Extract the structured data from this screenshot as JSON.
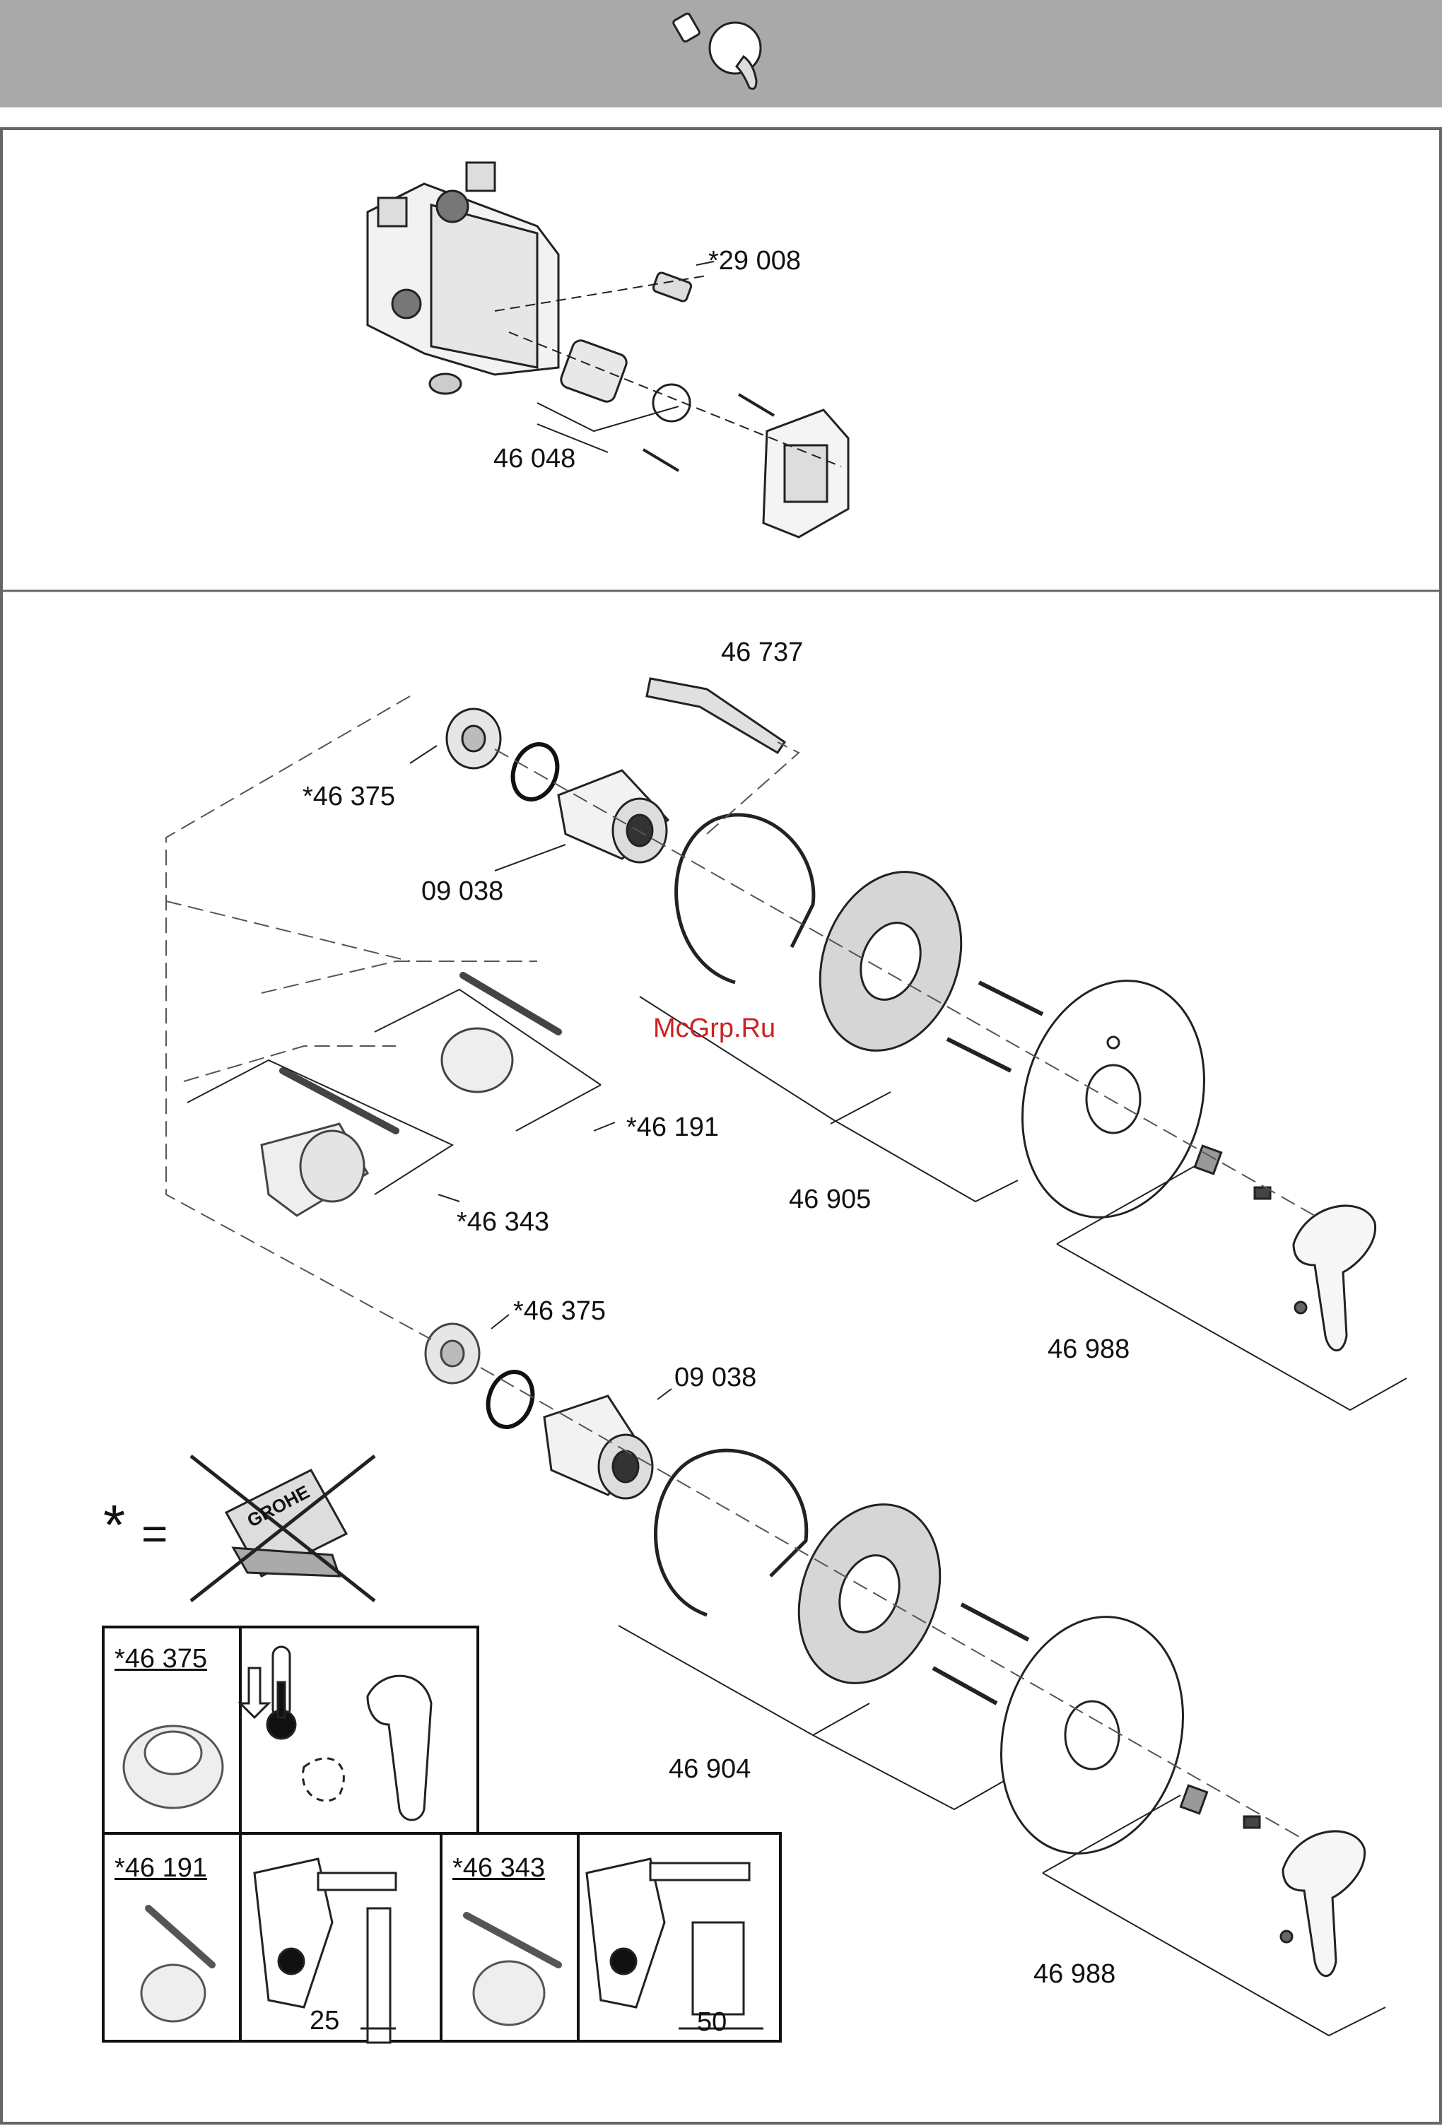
{
  "header": {
    "icon": "faucet-parts-icon"
  },
  "top_panel": {
    "labels": {
      "part_29008": "*29 008",
      "part_46048": "46 048"
    }
  },
  "main_panel": {
    "labels": {
      "part_46737": "46 737",
      "part_46375_a": "*46 375",
      "part_09038_a": "09 038",
      "part_46191": "*46 191",
      "part_46343": "*46 343",
      "part_46905": "46 905",
      "part_46988_a": "46 988",
      "part_46375_b": "*46 375",
      "part_09038_b": "09 038",
      "part_46904": "46 904",
      "part_46988_b": "46 988"
    },
    "watermark": "McGrp.Ru",
    "legend": {
      "star": "*",
      "equals": "=",
      "brand": "GROHE"
    }
  },
  "info_table": {
    "cell_46375": "*46 375",
    "cell_46191": "*46 191",
    "cell_46343": "*46 343",
    "dim_25": "25",
    "dim_50": "50"
  },
  "colors": {
    "header_bg": "#a9a9a9",
    "line": "#111111",
    "watermark": "#cc2222"
  }
}
